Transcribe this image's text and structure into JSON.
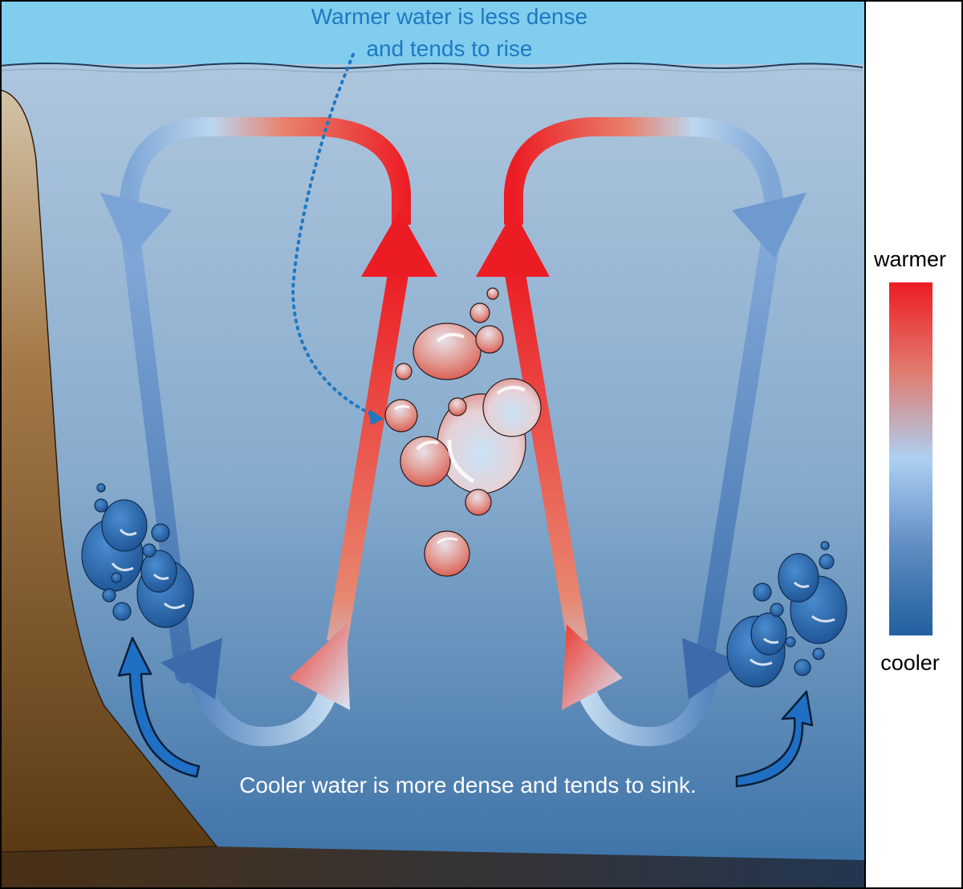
{
  "annotations": {
    "warm_line1": "Warmer water is less dense",
    "warm_line2": "and tends to rise",
    "cool_text": "Cooler water is more dense and tends to sink."
  },
  "legend": {
    "top_label": "warmer",
    "bottom_label": "cooler"
  },
  "colors": {
    "warm": "#ec1c24",
    "cool": "#2f6fab",
    "light": "#a9cdef",
    "text_blue": "#1f78c1",
    "soil": "#8b6233"
  }
}
